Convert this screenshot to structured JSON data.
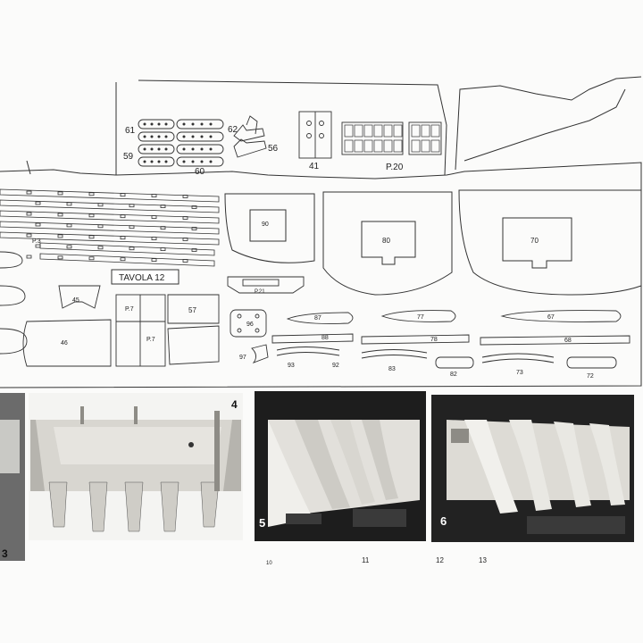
{
  "sheet": {
    "title": "TAVOLA 12",
    "part_labels": {
      "p61": "61",
      "p59": "59",
      "p60": "60",
      "p62": "62",
      "p56": "56",
      "p41": "41",
      "p20": "P.20",
      "p90": "90",
      "p80": "80",
      "p70": "70",
      "p3": "P.3",
      "p45": "45",
      "p46": "46",
      "p7a": "P.7",
      "p7b": "P.7",
      "p57": "57",
      "p21": "P.21",
      "p96": "96",
      "p97": "97",
      "p87": "87",
      "p77": "77",
      "p67": "67",
      "p88": "88",
      "p78": "78",
      "p68": "68",
      "p93": "93",
      "p92": "92",
      "p83": "83",
      "p82": "82",
      "p73": "73",
      "p72": "72"
    }
  },
  "photos": {
    "n4": "4",
    "n5": "5",
    "n6": "6",
    "n3": "3"
  },
  "captions": {
    "c10": "10",
    "c11": "11",
    "c12": "12",
    "c13": "13"
  }
}
